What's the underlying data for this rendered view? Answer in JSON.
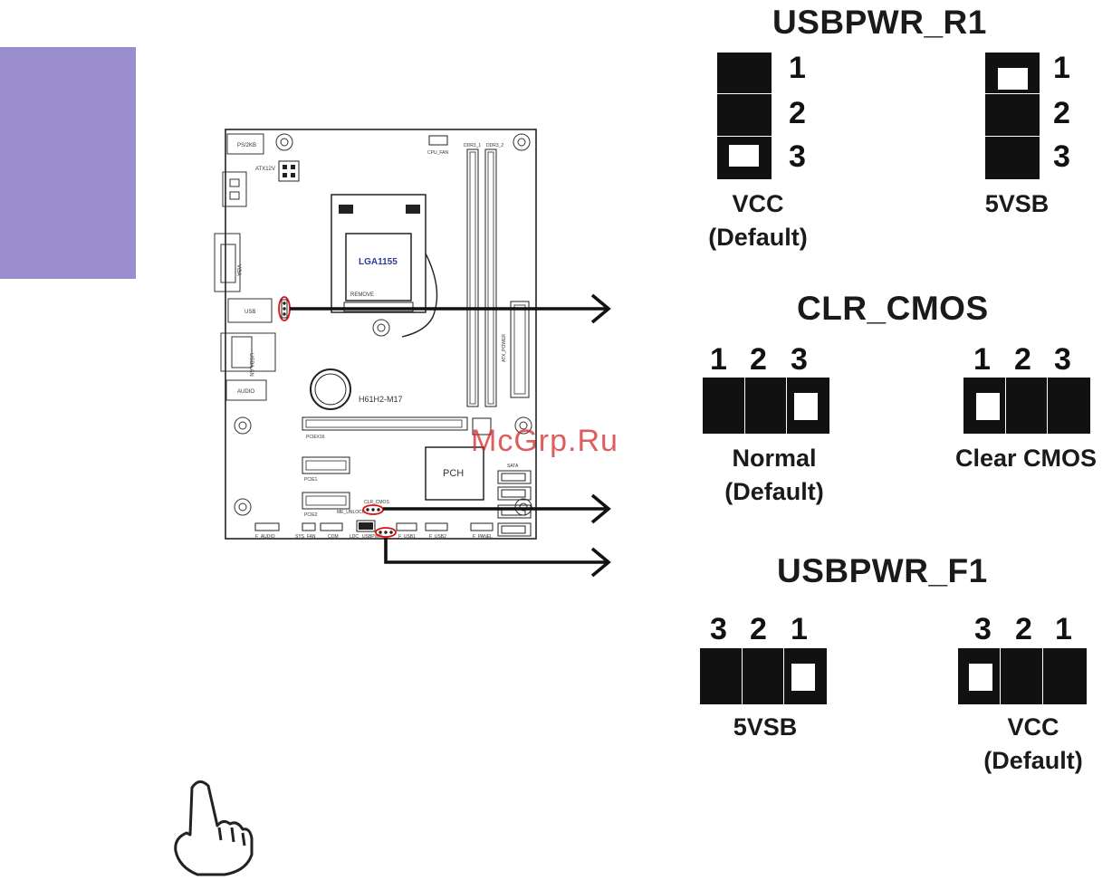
{
  "board": {
    "socket_label": "LGA1155",
    "socket_remove": "REMOVE",
    "model": "H61H2-M17",
    "pch": "PCH",
    "labels": {
      "ps2": "PS/2KB",
      "atx12v": "ATX12V",
      "cpu_fan": "CPU_FAN",
      "ddr3_1": "DDR3_1",
      "ddr3_2": "DDR3_2",
      "vga": "VGA",
      "usb": "USB",
      "usb_lan": "USB/LAN",
      "audio": "AUDIO",
      "atx_power": "ATX_POWER",
      "pcie16": "PCIEX16",
      "pcie1": "PCIE1",
      "pcie2": "PCIE2",
      "sata": "SATA",
      "f_audio": "F_AUDIO",
      "sys_fan": "SYS_FAN",
      "com": "COM",
      "ldc": "LDC",
      "usbpwr": "USBPWR",
      "f_usb1": "F_USB1",
      "f_usb2": "F_USB2",
      "f_panel": "F_PANEL",
      "me_unlock": "ME_UNLOCK",
      "clr_cmos": "CLR_CMOS"
    }
  },
  "watermark": "McGrp.Ru",
  "usbpwr_r1": {
    "title": "USBPWR_R1",
    "numbers": [
      "1",
      "2",
      "3"
    ],
    "left_caption": [
      "VCC",
      "(Default)"
    ],
    "right_caption": [
      "5VSB"
    ]
  },
  "clr_cmos": {
    "title": "CLR_CMOS",
    "numbers": [
      "1",
      "2",
      "3"
    ],
    "left_caption": [
      "Normal",
      "(Default)"
    ],
    "right_caption": [
      "Clear CMOS"
    ]
  },
  "usbpwr_f1": {
    "title": "USBPWR_F1",
    "numbers": [
      "3",
      "2",
      "1"
    ],
    "left_caption": [
      "5VSB"
    ],
    "right_caption": [
      "VCC",
      "(Default)"
    ]
  }
}
